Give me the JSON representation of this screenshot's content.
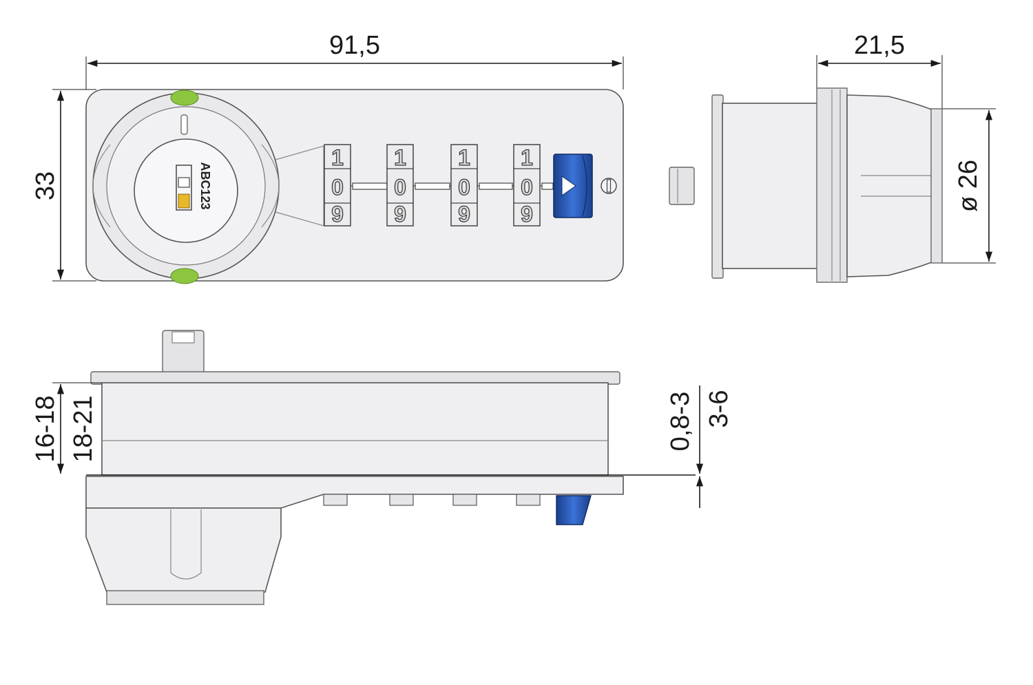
{
  "dimensions": {
    "width_top": "91,5",
    "height_front": "33",
    "depth_side": "21,5",
    "diameter_side": "ø 26",
    "range_a": "16-18",
    "range_b": "18-21",
    "panel_a": "0,8-3",
    "panel_b": "3-6"
  },
  "lock": {
    "code_label": "ABC123",
    "wheels": [
      {
        "top": "1",
        "middle": "0",
        "bottom": "9"
      },
      {
        "top": "1",
        "middle": "0",
        "bottom": "9"
      },
      {
        "top": "1",
        "middle": "0",
        "bottom": "9"
      },
      {
        "top": "1",
        "middle": "0",
        "bottom": "9"
      }
    ]
  },
  "colors": {
    "indicator_green": "#8cc63f",
    "button_blue": "#2356b8",
    "key_yellow": "#e8b829",
    "body_fill": "#efeff1"
  },
  "icons": {
    "push_button": "play-triangle-icon",
    "screw": "screw-slot-icon"
  }
}
